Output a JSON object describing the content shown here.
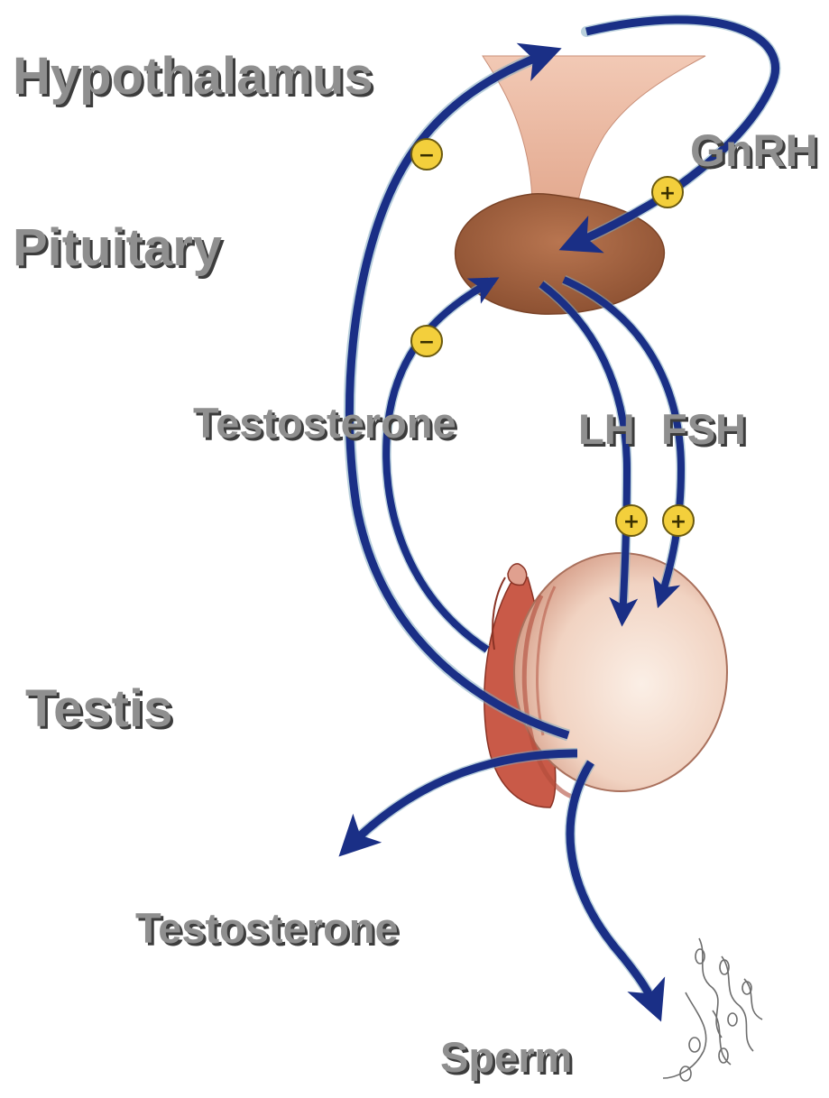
{
  "labels": {
    "hypothalamus": "Hypothalamus",
    "pituitary": "Pituitary",
    "gnrh": "GnRH",
    "testosterone_upper": "Testosterone",
    "lh": "LH",
    "fsh": "FSH",
    "testis": "Testis",
    "testosterone_lower": "Testosterone",
    "sperm": "Sperm"
  },
  "signs": {
    "inhibit": "−",
    "stimulate": "+"
  },
  "colors": {
    "arrow": "#1a2f86",
    "arrow_light": "#7faac0",
    "label": "#8f8f8f",
    "label_shadow": "#3c3c3c",
    "badge": "#f3cf3c",
    "hypothalamus": "#e8b5a0",
    "pituitary": "#a8653f",
    "testis": "#f3d6c6",
    "epididymis": "#c95a48"
  },
  "icons": [
    "hypothalamus-drawing",
    "pituitary-drawing",
    "testis-drawing",
    "sperm-drawing"
  ]
}
